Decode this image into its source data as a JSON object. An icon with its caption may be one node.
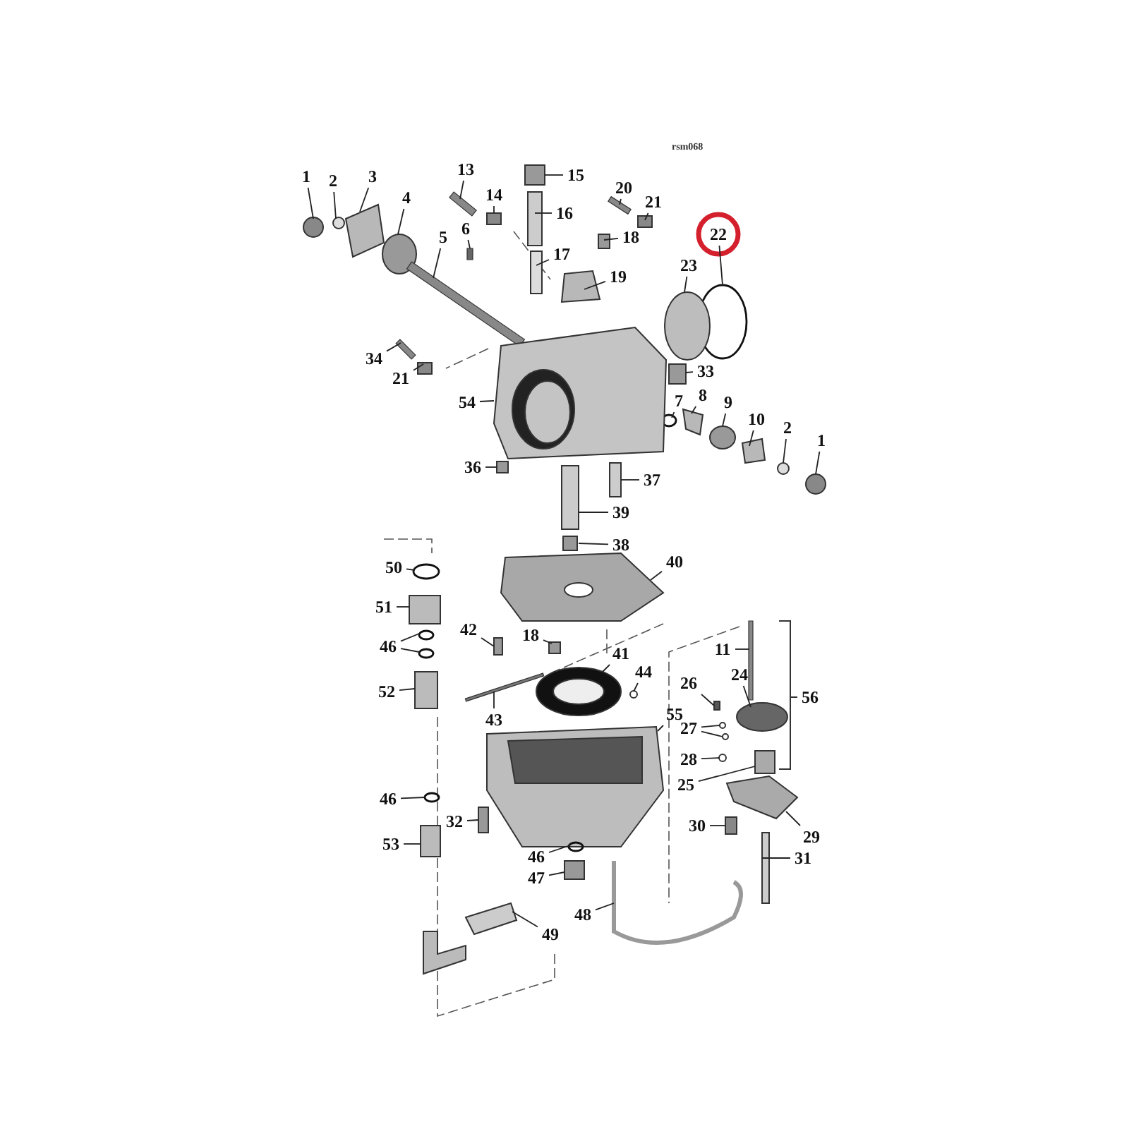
{
  "diagram": {
    "nodes": [
      {
        "text": [
          "1"
        ]
      },
      {
        "text": [
          "2"
        ]
      },
      {
        "text": [
          "3"
        ]
      },
      {
        "text": [
          "4"
        ]
      },
      {
        "text": [
          "5"
        ]
      },
      {
        "text": [
          "6"
        ]
      },
      {
        "text": [
          "13"
        ]
      },
      {
        "text": [
          "14"
        ]
      },
      {
        "text": [
          "15"
        ]
      },
      {
        "text": [
          "16"
        ]
      },
      {
        "text": [
          "17"
        ]
      },
      {
        "text": [
          "18"
        ]
      },
      {
        "text": [
          "19"
        ]
      },
      {
        "text": [
          "20"
        ]
      },
      {
        "text": [
          "21"
        ]
      },
      {
        "text": [
          "22"
        ]
      },
      {
        "text": [
          "23"
        ]
      },
      {
        "text": [
          "33"
        ]
      },
      {
        "text": [
          "7"
        ]
      },
      {
        "text": [
          "8"
        ]
      },
      {
        "text": [
          "9"
        ]
      },
      {
        "text": [
          "10"
        ]
      },
      {
        "text": [
          "2"
        ]
      },
      {
        "text": [
          "1"
        ]
      },
      {
        "text": [
          "34"
        ]
      },
      {
        "text": [
          "21"
        ]
      },
      {
        "text": [
          "54"
        ]
      },
      {
        "text": [
          "36"
        ]
      },
      {
        "text": [
          "37"
        ]
      },
      {
        "text": [
          "39"
        ]
      },
      {
        "text": [
          "38"
        ]
      },
      {
        "text": [
          "40"
        ]
      },
      {
        "text": [
          "50"
        ]
      },
      {
        "text": [
          "51"
        ]
      },
      {
        "text": [
          "46"
        ]
      },
      {
        "text": [
          "42"
        ]
      },
      {
        "text": [
          "18"
        ]
      },
      {
        "text": [
          "41"
        ]
      },
      {
        "text": [
          "44"
        ]
      },
      {
        "text": [
          "43"
        ]
      },
      {
        "text": [
          "52"
        ]
      },
      {
        "text": [
          "55"
        ]
      },
      {
        "text": [
          "11"
        ]
      },
      {
        "text": [
          "24"
        ]
      },
      {
        "text": [
          "26"
        ]
      },
      {
        "text": [
          "27"
        ]
      },
      {
        "text": [
          "28"
        ]
      },
      {
        "text": [
          "25"
        ]
      },
      {
        "text": [
          "29"
        ]
      },
      {
        "text": [
          "30"
        ]
      },
      {
        "text": [
          "31"
        ]
      },
      {
        "text": [
          "46"
        ]
      },
      {
        "text": [
          "32"
        ]
      },
      {
        "text": [
          "53"
        ]
      },
      {
        "text": [
          "46"
        ]
      },
      {
        "text": [
          "47"
        ]
      },
      {
        "text": [
          "48"
        ]
      },
      {
        "text": [
          "49"
        ]
      },
      {
        "text": [],
        "shape": "circle"
      },
      {
        "text": [],
        "shape": "circle"
      },
      {
        "text": [],
        "shape": "box"
      },
      {
        "text": [],
        "shape": "circle"
      },
      {
        "text": [],
        "shape": "bar"
      },
      {
        "text": [],
        "shape": "bar"
      },
      {
        "text": [],
        "shape": "bar"
      },
      {
        "text": [],
        "shape": "box"
      },
      {
        "text": [],
        "shape": "box"
      },
      {
        "text": [],
        "shape": "box"
      },
      {
        "text": [],
        "shape": "box"
      },
      {
        "text": [],
        "shape": "box"
      },
      {
        "text": [],
        "shape": "box"
      },
      {
        "text": [],
        "shape": "bar"
      },
      {
        "text": [],
        "shape": "box"
      },
      {
        "text": [],
        "shape": "circle"
      },
      {
        "text": [],
        "shape": "circle"
      },
      {
        "text": [],
        "shape": "box"
      },
      {
        "text": [],
        "shape": "circle"
      },
      {
        "text": [],
        "shape": "box"
      },
      {
        "text": [],
        "shape": "circle"
      },
      {
        "text": [],
        "shape": "box"
      },
      {
        "text": [],
        "shape": "circle"
      },
      {
        "text": [],
        "shape": "circle"
      },
      {
        "text": [],
        "shape": "bar"
      },
      {
        "text": [],
        "shape": "box"
      },
      {
        "text": [],
        "shape": "picture"
      },
      {
        "text": [],
        "shape": "box"
      },
      {
        "text": [],
        "shape": "box"
      },
      {
        "text": [],
        "shape": "box"
      },
      {
        "text": [],
        "shape": "box"
      },
      {
        "text": [],
        "shape": "picture"
      },
      {
        "text": [],
        "shape": "circle"
      },
      {
        "text": [],
        "shape": "box"
      },
      {
        "text": [],
        "shape": "circle"
      },
      {
        "text": [],
        "shape": "circle"
      },
      {
        "text": [],
        "shape": "box"
      },
      {
        "text": [],
        "shape": "box"
      },
      {
        "text": [],
        "shape": "picture"
      },
      {
        "text": [],
        "shape": "circle"
      },
      {
        "text": [],
        "shape": "bar"
      },
      {
        "text": [],
        "shape": "box"
      },
      {
        "text": [],
        "shape": "picture"
      },
      {
        "text": [],
        "shape": "bar"
      },
      {
        "text": [],
        "shape": "circle"
      },
      {
        "text": [],
        "shape": "box"
      },
      {
        "text": [],
        "shape": "circle"
      },
      {
        "text": [],
        "shape": "circle"
      },
      {
        "text": [],
        "shape": "circle"
      },
      {
        "text": [],
        "shape": "box"
      },
      {
        "text": [],
        "shape": "box"
      },
      {
        "text": [],
        "shape": "box"
      },
      {
        "text": [],
        "shape": "box"
      },
      {
        "text": [],
        "shape": "circle"
      },
      {
        "text": [],
        "shape": "box"
      },
      {
        "text": [],
        "shape": "box"
      },
      {
        "text": [],
        "shape": "circle"
      },
      {
        "text": [],
        "shape": "box"
      },
      {
        "text": [],
        "shape": "picture"
      },
      {
        "text": [],
        "shape": "picture"
      }
    ],
    "edges": [
      {
        "from": 0,
        "to": 58,
        "arrow": "none"
      },
      {
        "from": 1,
        "to": 59,
        "arrow": "none"
      },
      {
        "from": 2,
        "to": 60,
        "arrow": "none"
      },
      {
        "from": 3,
        "to": 61,
        "arrow": "none"
      },
      {
        "from": 4,
        "to": 62,
        "arrow": "none"
      },
      {
        "from": 5,
        "to": 63,
        "arrow": "none"
      },
      {
        "from": 6,
        "to": 64,
        "arrow": "none"
      },
      {
        "from": 7,
        "to": 65,
        "arrow": "none"
      },
      {
        "from": 8,
        "to": 66,
        "arrow": "none"
      },
      {
        "from": 9,
        "to": 67,
        "arrow": "none"
      },
      {
        "from": 10,
        "to": 68,
        "arrow": "none"
      },
      {
        "from": 11,
        "to": 69,
        "arrow": "none"
      },
      {
        "from": 12,
        "to": 70,
        "arrow": "none"
      },
      {
        "from": 13,
        "to": 71,
        "arrow": "none"
      },
      {
        "from": 14,
        "to": 72,
        "arrow": "none"
      },
      {
        "from": 15,
        "to": 73,
        "arrow": "none"
      },
      {
        "from": 16,
        "to": 74,
        "arrow": "none"
      },
      {
        "from": 17,
        "to": 75,
        "arrow": "none"
      },
      {
        "from": 18,
        "to": 76,
        "arrow": "none"
      },
      {
        "from": 19,
        "to": 77,
        "arrow": "none"
      },
      {
        "from": 20,
        "to": 78,
        "arrow": "none"
      },
      {
        "from": 21,
        "to": 79,
        "arrow": "none"
      },
      {
        "from": 22,
        "to": 80,
        "arrow": "none"
      },
      {
        "from": 23,
        "to": 81,
        "arrow": "none"
      },
      {
        "from": 24,
        "to": 82,
        "arrow": "none"
      },
      {
        "from": 25,
        "to": 83,
        "arrow": "none"
      },
      {
        "from": 26,
        "to": 84,
        "arrow": "none"
      },
      {
        "from": 27,
        "to": 85,
        "arrow": "none"
      },
      {
        "from": 28,
        "to": 86,
        "arrow": "none"
      },
      {
        "from": 29,
        "to": 87,
        "arrow": "none"
      },
      {
        "from": 30,
        "to": 88,
        "arrow": "none"
      },
      {
        "from": 31,
        "to": 89,
        "arrow": "none"
      },
      {
        "from": 32,
        "to": 90,
        "arrow": "none"
      },
      {
        "from": 33,
        "to": 91,
        "arrow": "none"
      },
      {
        "from": 34,
        "to": 92,
        "arrow": "none"
      },
      {
        "from": 34,
        "to": 93,
        "arrow": "none"
      },
      {
        "from": 35,
        "to": 94,
        "arrow": "none"
      },
      {
        "from": 36,
        "to": 95,
        "arrow": "none"
      },
      {
        "from": 37,
        "to": 96,
        "arrow": "none"
      },
      {
        "from": 38,
        "to": 97,
        "arrow": "none"
      },
      {
        "from": 39,
        "to": 98,
        "arrow": "none"
      },
      {
        "from": 40,
        "to": 99,
        "arrow": "none"
      },
      {
        "from": 41,
        "to": 100,
        "arrow": "none"
      },
      {
        "from": 42,
        "to": 101,
        "arrow": "none"
      },
      {
        "from": 43,
        "to": 102,
        "arrow": "none"
      },
      {
        "from": 44,
        "to": 103,
        "arrow": "none"
      },
      {
        "from": 45,
        "to": 104,
        "arrow": "none"
      },
      {
        "from": 45,
        "to": 105,
        "arrow": "none"
      },
      {
        "from": 46,
        "to": 106,
        "arrow": "none"
      },
      {
        "from": 47,
        "to": 107,
        "arrow": "none"
      },
      {
        "from": 48,
        "to": 108,
        "arrow": "none"
      },
      {
        "from": 49,
        "to": 109,
        "arrow": "none"
      },
      {
        "from": 50,
        "to": 110,
        "arrow": "none"
      },
      {
        "from": 51,
        "to": 111,
        "arrow": "none"
      },
      {
        "from": 52,
        "to": 112,
        "arrow": "none"
      },
      {
        "from": 53,
        "to": 113,
        "arrow": "none"
      },
      {
        "from": 54,
        "to": 114,
        "arrow": "none"
      },
      {
        "from": 55,
        "to": 115,
        "arrow": "none"
      },
      {
        "from": 56,
        "to": 116,
        "arrow": "none"
      },
      {
        "from": 57,
        "to": 117,
        "arrow": "none"
      }
    ],
    "labels": [
      "rsm068",
      "56"
    ]
  }
}
